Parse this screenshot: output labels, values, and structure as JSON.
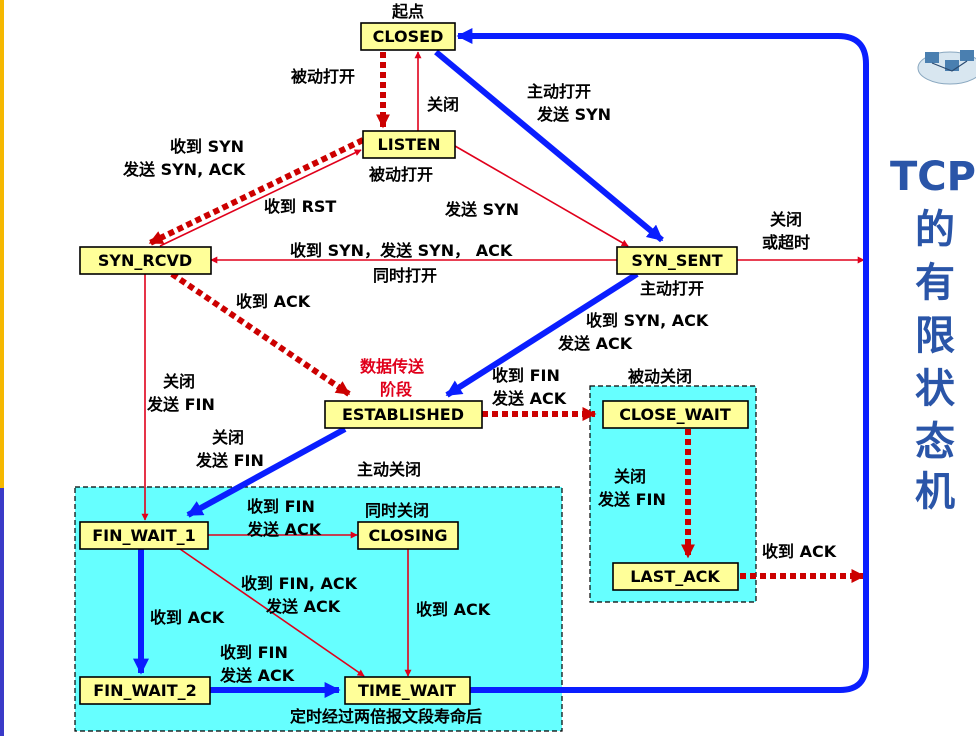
{
  "title": [
    "TCP",
    "的",
    "有",
    "限",
    "状",
    "态",
    "机"
  ],
  "states": {
    "closed": "CLOSED",
    "listen": "LISTEN",
    "syn_rcvd": "SYN_RCVD",
    "syn_sent": "SYN_SENT",
    "established": "ESTABLISHED",
    "close_wait": "CLOSE_WAIT",
    "last_ack": "LAST_ACK",
    "fin_wait_1": "FIN_WAIT_1",
    "closing": "CLOSING",
    "fin_wait_2": "FIN_WAIT_2",
    "time_wait": "TIME_WAIT"
  },
  "labels": {
    "start": "起点",
    "passive_open_closed": "被动打开",
    "close_listen": "关闭",
    "active_open": "主动打开",
    "send_syn_1": "发送 SYN",
    "recv_syn": "收到 SYN",
    "send_syn_ack": "发送 SYN, ACK",
    "passive_open_listen": "被动打开",
    "recv_rst": "收到 RST",
    "send_syn_2": "发送 SYN",
    "simul_line1": "收到 SYN，发送 SYN， ACK",
    "simul_line2": "同时打开",
    "close_or_timeout_1": "关闭",
    "close_or_timeout_2": "或超时",
    "active_open_sent": "主动打开",
    "recv_ack_rcvd": "收到 ACK",
    "recv_syn_ack": "收到 SYN, ACK",
    "send_ack_sent": "发送 ACK",
    "data_transfer_1": "数据传送",
    "data_transfer_2": "阶段",
    "recv_fin_est": "收到 FIN",
    "send_ack_est": "发送 ACK",
    "passive_close": "被动关闭",
    "close_rcvd_1": "关闭",
    "close_rcvd_2": "发送 FIN",
    "close_est_1": "关闭",
    "close_est_2": "发送 FIN",
    "active_close": "主动关闭",
    "close_cw_1": "关闭",
    "close_cw_2": "发送 FIN",
    "recv_fin_fw1": "收到 FIN",
    "send_ack_fw1": "发送 ACK",
    "simul_close": "同时关闭",
    "recv_ack_lastack": "收到 ACK",
    "recv_fin_ack_1": "收到 FIN, ACK",
    "recv_fin_ack_2": "发送 ACK",
    "recv_ack_fw1": "收到 ACK",
    "recv_ack_closing": "收到 ACK",
    "recv_fin_fw2": "收到 FIN",
    "send_ack_fw2": "发送 ACK",
    "timeout_2msl": "定时经过两倍报文段寿命后"
  }
}
